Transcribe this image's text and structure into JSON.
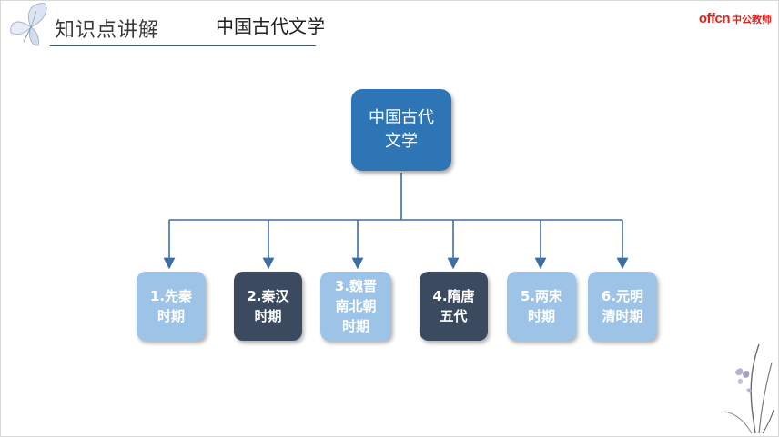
{
  "header": {
    "title": "知识点讲解",
    "topic": "中国古代文学",
    "logo_en": "offcn",
    "logo_cn": "中公教师"
  },
  "diagram": {
    "root": {
      "label": "中国古代\n文学",
      "color": "#2e75b6"
    },
    "children": [
      {
        "label": "1.先秦\n时期",
        "color": "#9dc3e6"
      },
      {
        "label": "2.秦汉\n时期",
        "color": "#3b4a5e"
      },
      {
        "label": "3.魏晋\n南北朝\n时期",
        "color": "#9dc3e6"
      },
      {
        "label": "4.隋唐\n五代",
        "color": "#3b4a5e"
      },
      {
        "label": "5.两宋\n时期",
        "color": "#9dc3e6"
      },
      {
        "label": "6.元明\n清时期",
        "color": "#9dc3e6"
      }
    ]
  },
  "decor": {
    "butterfly": "butterfly-icon",
    "orchid": "orchid-icon"
  }
}
